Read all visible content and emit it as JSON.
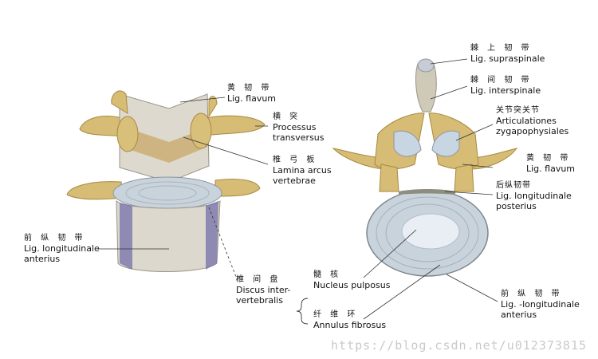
{
  "labels": {
    "lig_flavum_left": {
      "cn": "黄 韧 带",
      "la": "Lig. flavum"
    },
    "processus_transversus": {
      "cn": "横 突",
      "la1": "Processus",
      "la2": "transversus"
    },
    "lamina_arcus": {
      "cn": "椎 弓 板",
      "la1": "Lamina arcus",
      "la2": "vertebrae"
    },
    "lig_long_ant_left": {
      "cn": "前 纵 韧 带",
      "la1": "Lig. longitudinale",
      "la2": "anterius"
    },
    "discus": {
      "cn": "椎 间 盘",
      "la1": "Discus inter-",
      "la2": "vertebralis"
    },
    "nucleus": {
      "cn": "髓 核",
      "la": "Nucleus pulposus"
    },
    "annulus": {
      "cn": "纤 维 环",
      "la": "Annulus fibrosus"
    },
    "supraspinale": {
      "cn": "棘 上 韧 带",
      "la": "Lig. supraspinale"
    },
    "interspinale": {
      "cn": "棘 间 韧 带",
      "la": "Lig. interspinale"
    },
    "articulationes": {
      "cn": "关节突关节",
      "la1": "Articulationes",
      "la2": "zygapophysiales"
    },
    "lig_flavum_right": {
      "cn": "黄 韧 带",
      "la": "Lig. flavum"
    },
    "lig_long_post": {
      "cn": "后纵韧带",
      "la1": "Lig. longitudinale",
      "la2": "posterius"
    },
    "lig_long_ant_right": {
      "cn": "前 纵 韧 带",
      "la1": "Lig. -longitudinale",
      "la2": "anterius"
    }
  },
  "watermark": "https://blog.csdn.net/u012373815",
  "colors": {
    "bone": "#d6bc74",
    "bone_dark": "#a8893f",
    "ligament": "#ddd9cf",
    "disc": "#c9d3dc",
    "nucleus": "#e9eef4",
    "ligament_violet": "#6d6aa8"
  }
}
